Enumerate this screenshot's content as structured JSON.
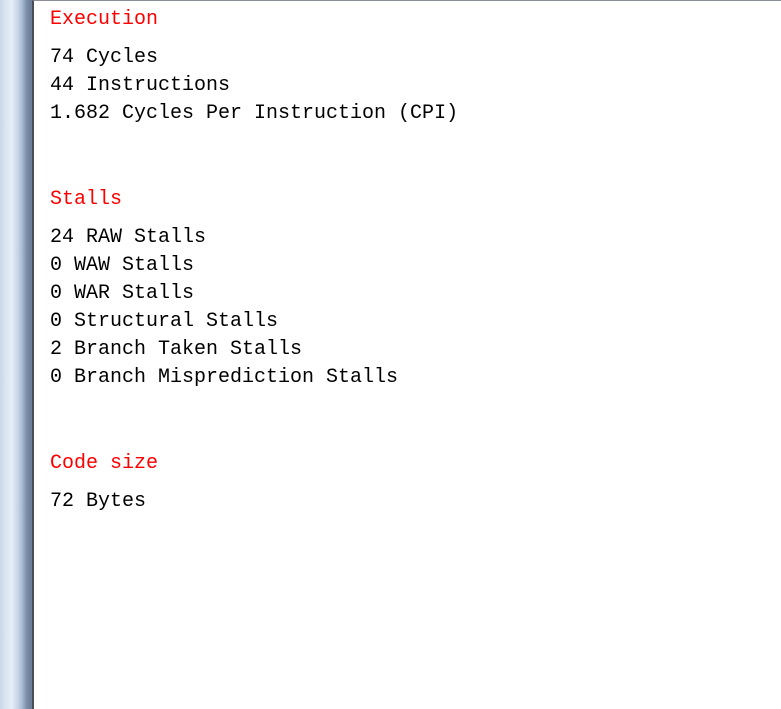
{
  "colors": {
    "heading": "#ff0000",
    "text": "#000000",
    "background": "#ffffff"
  },
  "execution": {
    "heading": "Execution",
    "lines": [
      "74 Cycles",
      "44 Instructions",
      "1.682 Cycles Per Instruction (CPI)"
    ]
  },
  "stalls": {
    "heading": "Stalls",
    "lines": [
      "24 RAW Stalls",
      "0 WAW Stalls",
      "0 WAR Stalls",
      "0 Structural Stalls",
      "2 Branch Taken Stalls",
      "0 Branch Misprediction Stalls"
    ]
  },
  "code_size": {
    "heading": "Code size",
    "lines": [
      "72 Bytes"
    ]
  }
}
